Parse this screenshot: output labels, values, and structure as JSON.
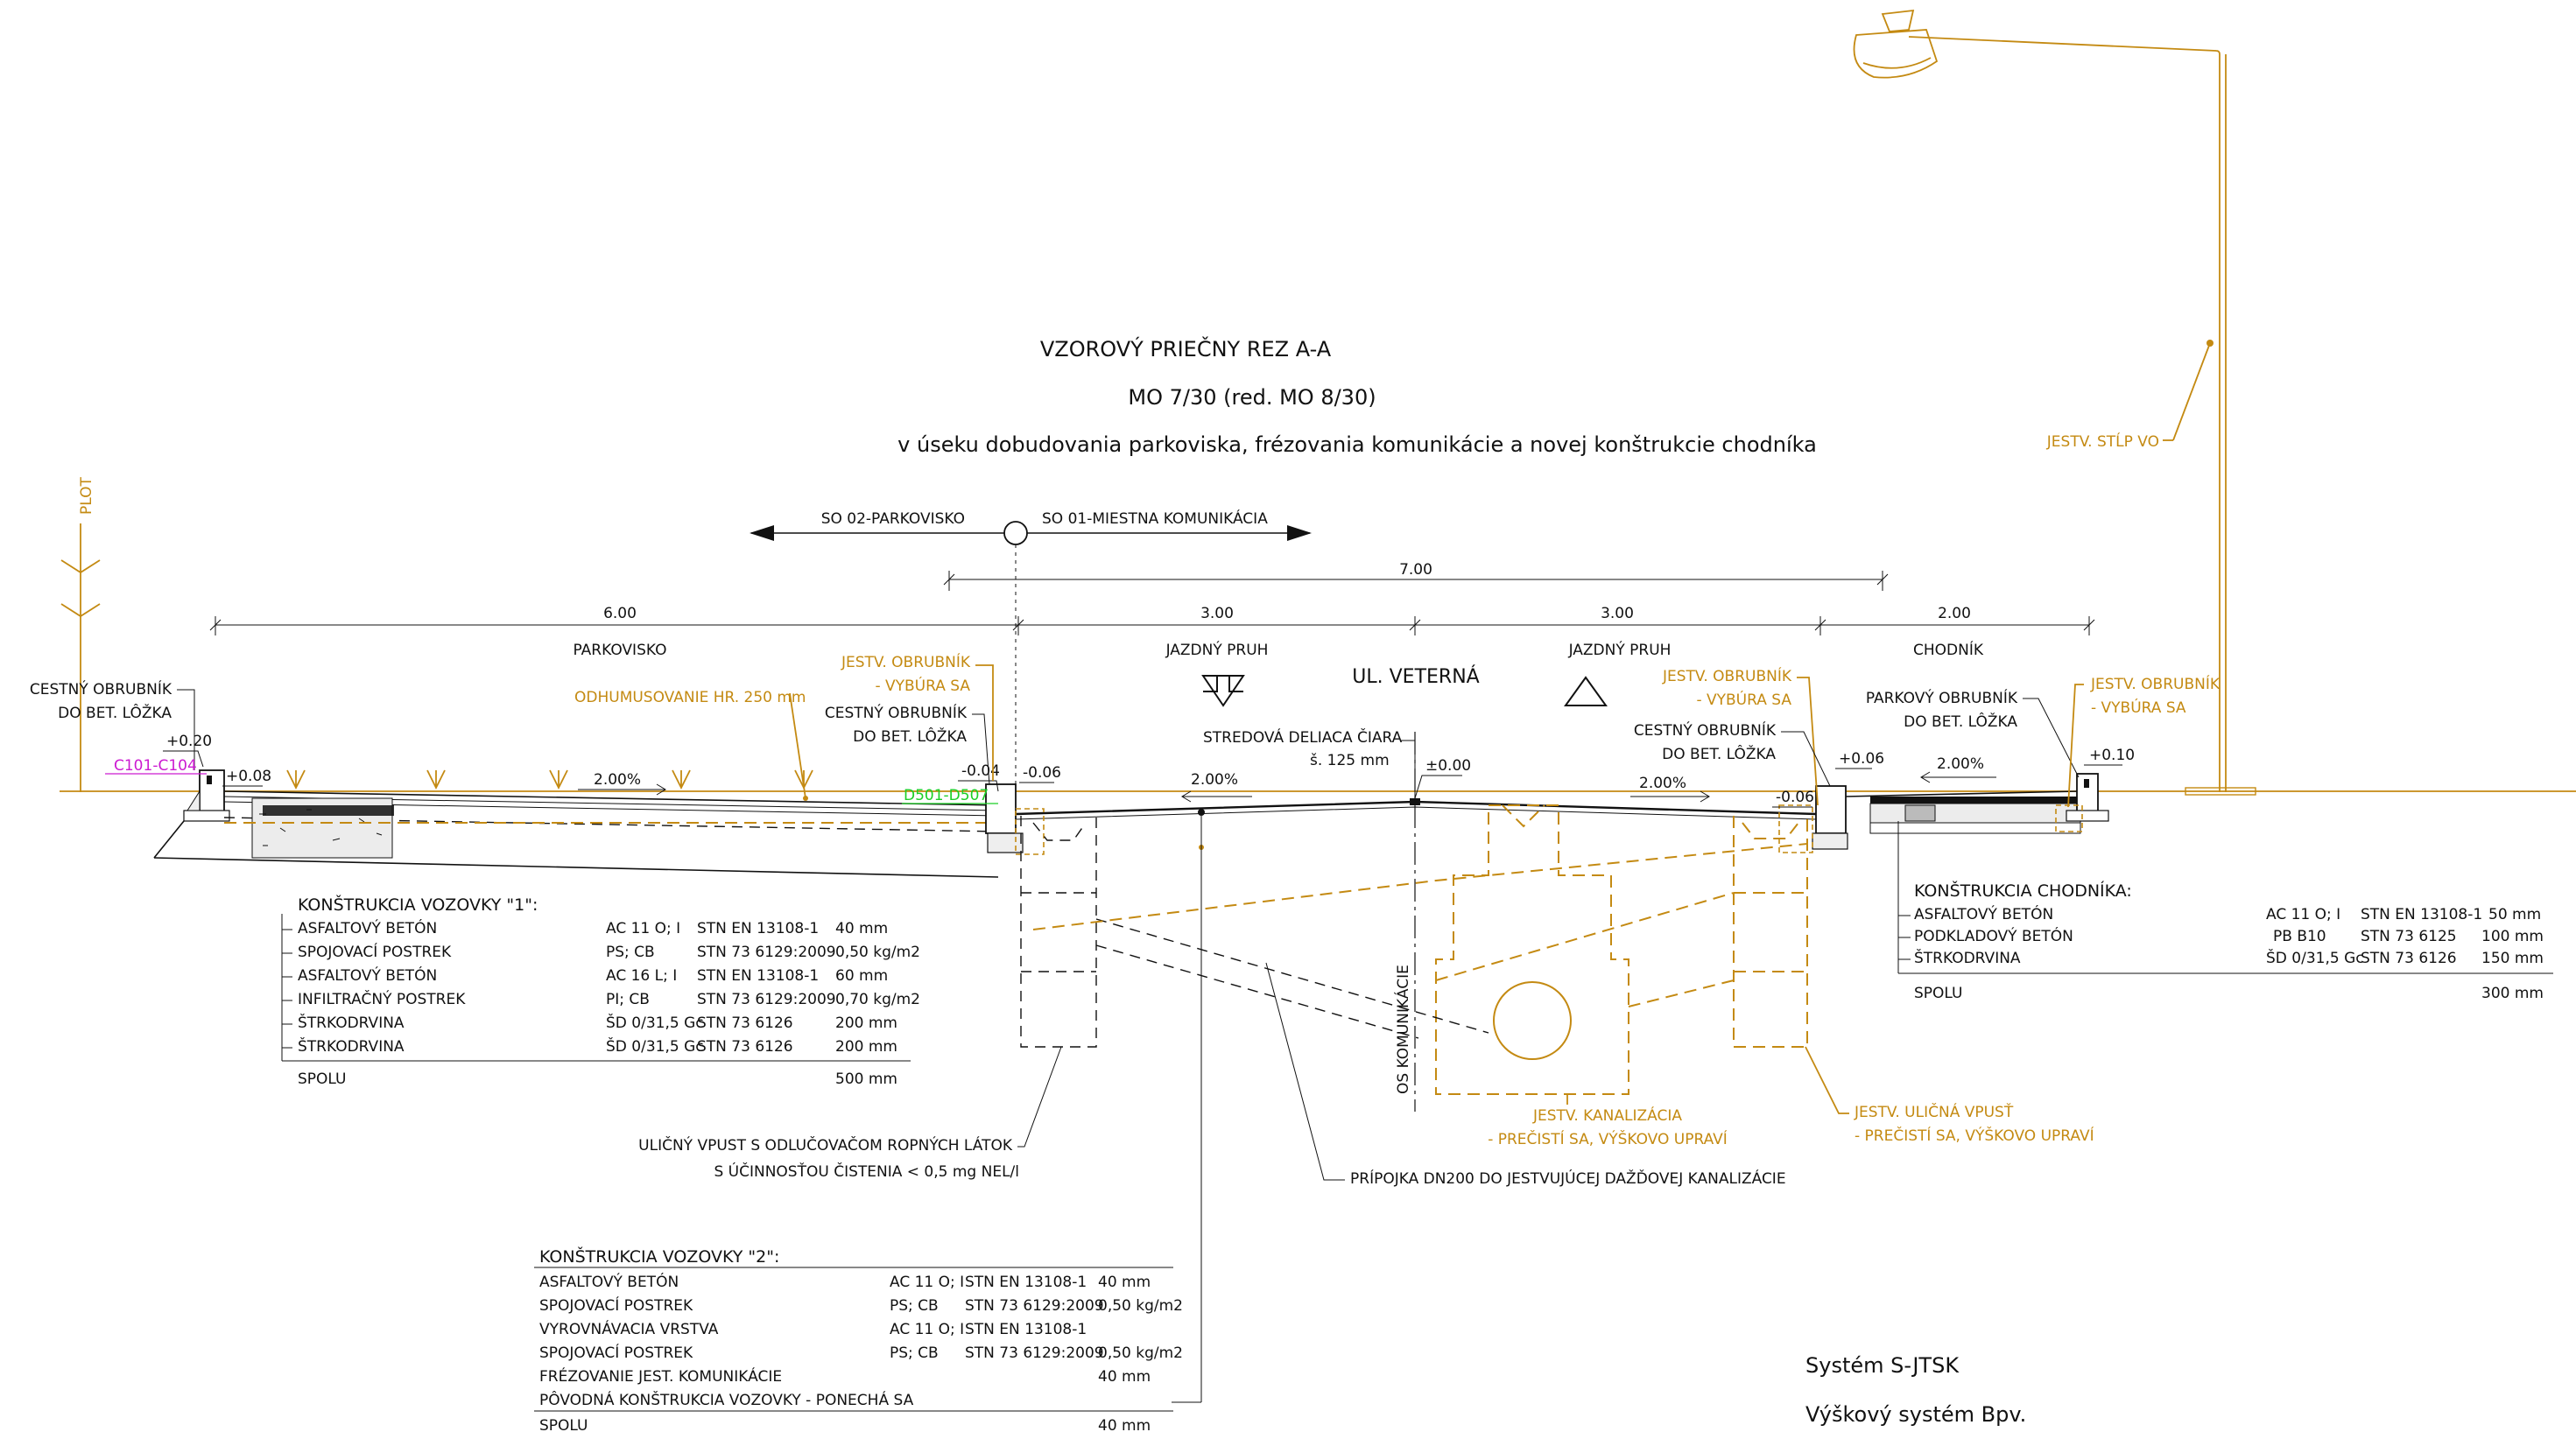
{
  "title": {
    "line1": "VZOROVÝ PRIEČNY REZ A-A",
    "line2": "MO 7/30 (red. MO 8/30)",
    "line3": "v úseku dobudovania parkoviska, frézovania komunikácie a novej konštrukcie chodníka"
  },
  "sections": {
    "left": "SO 02-PARKOVISKO",
    "right": "SO 01-MIESTNA KOMUNIKÁCIA"
  },
  "dimensions": {
    "total": "7.00",
    "parking": "6.00",
    "lane1": "3.00",
    "lane2": "3.00",
    "sidewalk": "2.00"
  },
  "zones": {
    "parking": "PARKOVISKO",
    "lane1": "JAZDNÝ PRUH",
    "lane2": "JAZDNÝ PRUH",
    "sidewalk": "CHODNÍK",
    "street": "UL. VETERNÁ"
  },
  "labels": {
    "plot": "PLOT",
    "curb_left_1": "CESTNÝ OBRUBNÍK",
    "curb_left_2": "DO BET. LÔŽKA",
    "topsoil": "ODHUMUSOVANIE HR. 250 mm",
    "ex_curb_1": "JESTV. OBRUBNÍK",
    "ex_curb_2": "- VYBÚRA SA",
    "curb_mid_1": "CESTNÝ OBRUBNÍK",
    "curb_mid_2": "DO BET. LÔŽKA",
    "center_line_1": "STREDOVÁ DELIACA ČIARA",
    "center_line_2": "š. 125 mm",
    "ex_curb_r_1": "JESTV. OBRUBNÍK",
    "ex_curb_r_2": "- VYBÚRA SA",
    "curb_r_1": "CESTNÝ OBRUBNÍK",
    "curb_r_2": "DO BET. LÔŽKA",
    "park_curb_1": "PARKOVÝ OBRUBNÍK",
    "park_curb_2": "DO BET. LÔŽKA",
    "ex_curb_far_1": "JESTV. OBRUBNÍK",
    "ex_curb_far_2": "- VYBÚRA SA",
    "lamp": "JESTV. STĹP VO",
    "axis": "OS KOMUNIKÁCIE",
    "gully_1": "ULIČNÝ VPUST S ODLUČOVAČOM ROPNÝCH LÁTOK",
    "gully_2": "S ÚČINNOSŤOU ČISTENIA < 0,5 mg NEL/l",
    "connection": "PRÍPOJKA DN200 DO JESTVUJÚCEJ DAŽĎOVEJ KANALIZÁCIE",
    "sewer_1": "JESTV. KANALIZÁCIA",
    "sewer_2": "- PREČISTÍ SA, VÝŠKOVO UPRAVÍ",
    "inlet_1": "JESTV. ULIČNÁ VPUSŤ",
    "inlet_2": "- PREČISTÍ SA, VÝŠKOVO UPRAVÍ",
    "code_c": "C101-C104",
    "code_d": "D501-D507"
  },
  "levels": {
    "l1": "+0.20",
    "l2": "+0.08",
    "l3": "-0.04",
    "l4": "-0.06",
    "l5": "±0.00",
    "l6": "+0.06",
    "l7": "-0.06",
    "l8": "+0.10"
  },
  "slopes": {
    "s1": "2.00%",
    "s2": "2.00%",
    "s3": "2.00%",
    "s4": "2.00%"
  },
  "construction1": {
    "title": "KONŠTRUKCIA VOZOVKY \"1\":",
    "rows": [
      [
        "ASFALTOVÝ BETÓN",
        "AC 11 O; I",
        "STN EN 13108-1",
        "40 mm"
      ],
      [
        "SPOJOVACÍ POSTREK",
        "PS; CB",
        "STN 73 6129:2009",
        "0,50 kg/m2"
      ],
      [
        "ASFALTOVÝ BETÓN",
        "AC 16 L; I",
        "STN EN 13108-1",
        "60 mm"
      ],
      [
        "INFILTRAČNÝ POSTREK",
        "PI; CB",
        "STN 73 6129:2009",
        "0,70 kg/m2"
      ],
      [
        "ŠTRKODRVINA",
        "ŠD 0/31,5 Gc",
        "STN 73 6126",
        "200 mm"
      ],
      [
        "ŠTRKODRVINA",
        "ŠD 0/31,5 Gc",
        "STN 73 6126",
        "200 mm"
      ]
    ],
    "total_label": "SPOLU",
    "total_value": "500 mm"
  },
  "construction2": {
    "title": "KONŠTRUKCIA VOZOVKY \"2\":",
    "rows": [
      [
        "ASFALTOVÝ BETÓN",
        "AC 11 O; I",
        "STN EN 13108-1",
        "40 mm"
      ],
      [
        "SPOJOVACÍ POSTREK",
        "PS; CB",
        "STN 73 6129:2009",
        "0,50 kg/m2"
      ],
      [
        "VYROVNÁVACIA VRSTVA",
        "AC 11 O; I",
        "STN EN 13108-1",
        ""
      ],
      [
        "SPOJOVACÍ POSTREK",
        "PS; CB",
        "STN 73 6129:2009",
        "0,50 kg/m2"
      ],
      [
        "FRÉZOVANIE JEST. KOMUNIKÁCIE",
        "",
        "",
        "40 mm"
      ],
      [
        "PÔVODNÁ KONŠTRUKCIA VOZOVKY - PONECHÁ SA",
        "",
        "",
        ""
      ]
    ],
    "total_label": "SPOLU",
    "total_value": "40 mm"
  },
  "construction3": {
    "title": "KONŠTRUKCIA CHODNÍKA:",
    "rows": [
      [
        "ASFALTOVÝ BETÓN",
        "AC 11 O; I",
        "STN EN 13108-1",
        "50 mm"
      ],
      [
        "PODKLADOVÝ BETÓN",
        "PB B10",
        "STN 73 6125",
        "100 mm"
      ],
      [
        "ŠTRKODRVINA",
        "ŠD 0/31,5 Gc",
        "STN 73 6126",
        "150 mm"
      ]
    ],
    "total_label": "SPOLU",
    "total_value": "300 mm"
  },
  "system": {
    "line1": "Systém S-JTSK",
    "line2": "Výškový systém Bpv."
  },
  "colors": {
    "existing": "#c48a12",
    "ink": "#111111",
    "code_c": "#cc1ad1",
    "code_d": "#1ccf26"
  }
}
